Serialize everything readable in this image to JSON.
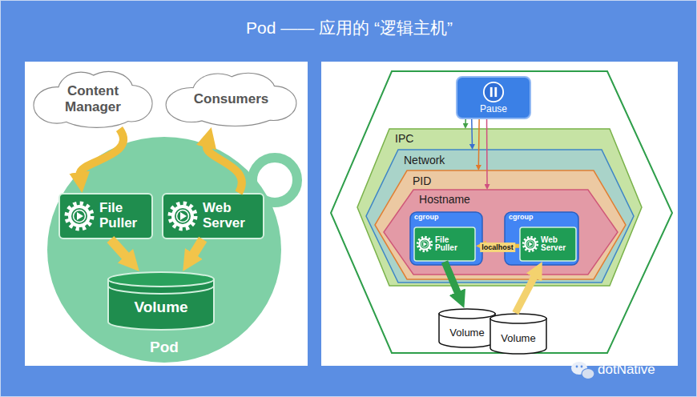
{
  "diagram": {
    "title": "Pod —— 应用的 “逻辑主机”",
    "nodes": [
      {
        "text": [
          "Content Manager"
        ]
      },
      {
        "text": [
          "Consumers"
        ]
      },
      {
        "text": [
          "Pod"
        ]
      },
      {
        "text": [
          "File Puller"
        ],
        "in": 2
      },
      {
        "text": [
          "Web Server"
        ],
        "in": 2
      },
      {
        "text": [
          "Volume"
        ],
        "in": 2
      },
      {
        "text": [
          "Pause"
        ]
      },
      {
        "text": [
          "IPC"
        ]
      },
      {
        "text": [
          "Network"
        ],
        "in": 7
      },
      {
        "text": [
          "PID"
        ],
        "in": 8
      },
      {
        "text": [
          "Hostname"
        ],
        "in": 9
      },
      {
        "text": [
          "cgroup"
        ],
        "in": 10
      },
      {
        "text": [
          "File Puller"
        ],
        "in": 11
      },
      {
        "text": [
          "cgroup"
        ],
        "in": 10
      },
      {
        "text": [
          "Web Server"
        ],
        "in": 13
      },
      {
        "text": [
          "Volume"
        ]
      },
      {
        "text": [
          "Volume"
        ]
      }
    ],
    "edges": [
      {
        "from": 0,
        "to": 3,
        "arrow": "to"
      },
      {
        "from": 4,
        "to": 1,
        "arrow": "to"
      },
      {
        "from": 3,
        "to": 5,
        "arrow": "to"
      },
      {
        "from": 4,
        "to": 5,
        "arrow": "to"
      },
      {
        "from": 6,
        "to": 7,
        "arrow": "to"
      },
      {
        "from": 6,
        "to": 8,
        "arrow": "to"
      },
      {
        "from": 6,
        "to": 9,
        "arrow": "to"
      },
      {
        "from": 6,
        "to": 10,
        "arrow": "to"
      },
      {
        "from": 14,
        "to": 12,
        "label": "localhost",
        "arrow": "to"
      },
      {
        "from": 12,
        "to": 15,
        "arrow": "to"
      },
      {
        "from": 16,
        "to": 14,
        "arrow": "to"
      }
    ],
    "labels": [
      "dotNative"
    ]
  }
}
